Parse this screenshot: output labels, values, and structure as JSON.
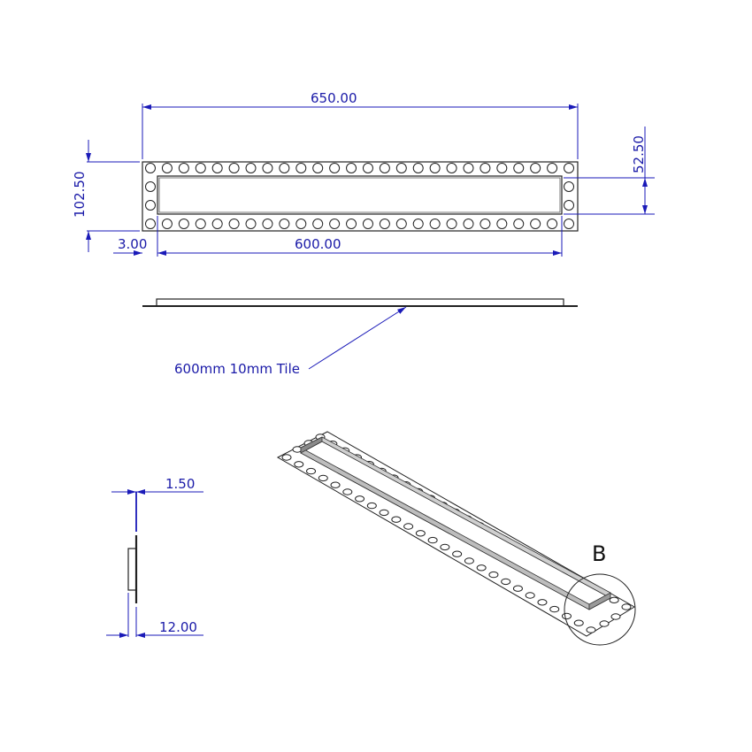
{
  "drawing": {
    "top_view": {
      "dimensions": {
        "overall_length": "650.00",
        "overall_width": "102.50",
        "channel_length": "600.00",
        "edge_offset": "3.00",
        "channel_width": "52.50"
      },
      "holes_per_row": 26,
      "holes_per_end": 2
    },
    "side_view": {
      "callout": "600mm 10mm Tile"
    },
    "section_view": {
      "dimensions": {
        "plate_thickness": "1.50",
        "channel_height": "12.00"
      }
    },
    "isometric_view": {
      "detail_label": "B"
    }
  },
  "colors": {
    "dimension": "#1a1ab8",
    "object_line": "#222222",
    "background": "#ffffff"
  }
}
